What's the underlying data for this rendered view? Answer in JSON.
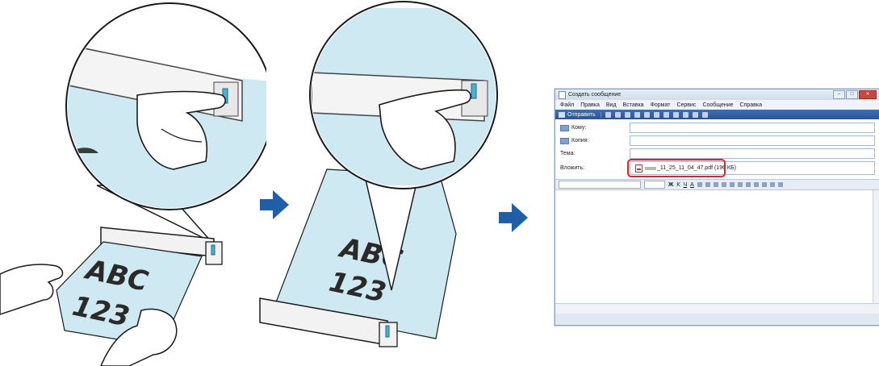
{
  "illustration": {
    "sheet_text_line1": "ABC",
    "sheet_text_line2": "123",
    "colors": {
      "paper": "#cfe9f2",
      "arrow": "#1f5fa8",
      "scanner": "#f2f2f2",
      "outline": "#1a1a1a"
    }
  },
  "mail": {
    "title": "Создать сообщение",
    "window_controls": [
      "–",
      "□",
      "✕"
    ],
    "menu": [
      "Файл",
      "Правка",
      "Вид",
      "Вставка",
      "Формат",
      "Сервис",
      "Сообщение",
      "Справка"
    ],
    "toolbar": {
      "send_label": "Отправить"
    },
    "fields": {
      "to_label": "Кому:",
      "cc_label": "Копия:",
      "subject_label": "Тема:",
      "attach_label": "Вложить:"
    },
    "attachment": {
      "name": "_11_25_11_04_47.pdf (196 КБ)",
      "highlight_color": "#e0212b"
    },
    "format_bar": {
      "bold": "Ж",
      "italic": "К",
      "underline": "Ч",
      "color": "А"
    }
  }
}
